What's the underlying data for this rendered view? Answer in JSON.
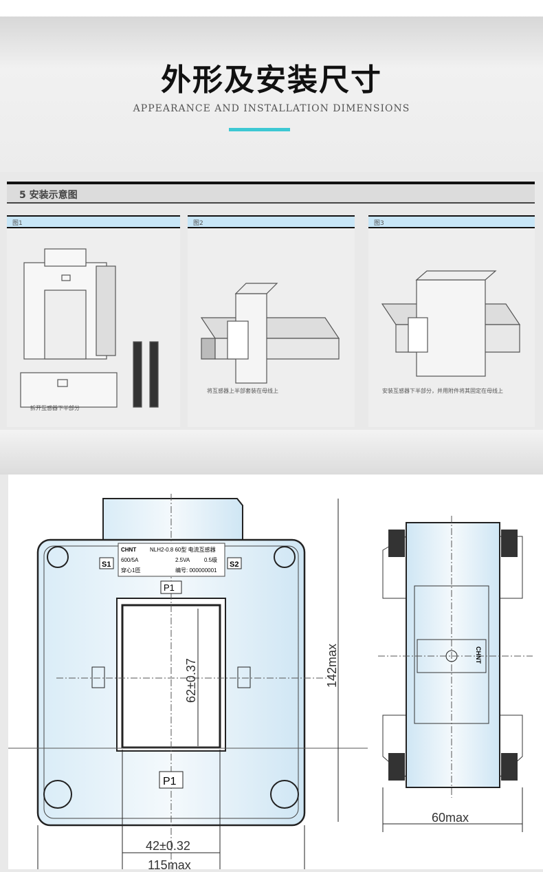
{
  "header": {
    "title": "外形及安装尺寸",
    "subtitle": "APPEARANCE AND INSTALLATION DIMENSIONS",
    "accent_color": "#3cc8d3"
  },
  "section": {
    "title": "5 安装示意图"
  },
  "figures": [
    {
      "label": "图1",
      "caption": "拆开互感器下半部分"
    },
    {
      "label": "图2",
      "caption": "将互感器上半部套装在母线上"
    },
    {
      "label": "图3",
      "caption": "安装互感器下半部分，并用附件将其固定在母线上"
    }
  ],
  "drawing": {
    "nameplate": {
      "brand": "CHNT",
      "model": "NLH2-0.8 60型 电流互感器",
      "ratio": "600/5A",
      "burden": "2.5VA",
      "accuracy": "0.5级",
      "turns": "穿心1匝",
      "serial": "编号: 000000001"
    },
    "terminals": {
      "s1": "S1",
      "s2": "S2",
      "p1_top": "P1",
      "p1_bottom": "P1"
    },
    "dimensions": {
      "window_height": "62±0.37",
      "window_width": "42±0.32",
      "overall_width": "115max",
      "overall_height": "142max",
      "depth": "60max"
    },
    "side_label": "CHNT"
  }
}
